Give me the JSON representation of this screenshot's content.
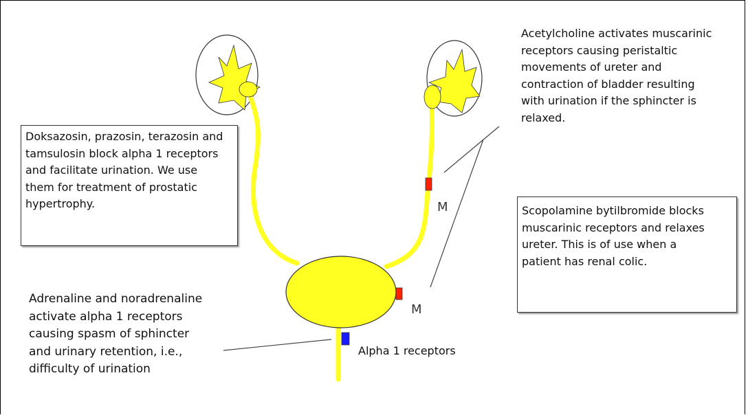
{
  "acetylcholine_note": {
    "lines": [
      "Acetylcholine activates muscarinic",
      "receptors causing peristaltic",
      "movements of ureter and",
      "contraction of bladder resulting",
      "with urination if the sphincter is",
      "relaxed."
    ]
  },
  "alpha_blocker_note": {
    "lines": [
      "Doksazosin, prazosin, terazosin and",
      "tamsulosin block alpha 1 receptors",
      "and facilitate urination. We use",
      "them for treatment of prostatic",
      "hypertrophy."
    ]
  },
  "scopolamine_note": {
    "lines": [
      "Scopolamine bytilbromide blocks",
      "muscarinic receptors and relaxes",
      "ureter. This is of use when a",
      "patient has renal colic."
    ]
  },
  "adrenaline_note": {
    "lines": [
      "Adrenaline and noradrenaline",
      "activate alpha 1 receptors",
      "causing spasm of sphincter",
      "and urinary retention, i.e.,",
      "difficulty of urination"
    ]
  },
  "markers": {
    "ureter_muscarinic_label": "M",
    "bladder_muscarinic_label": "M",
    "sphincter_alpha_label": "Alpha 1 receptors"
  },
  "colors": {
    "organ_fill": "#ffff22",
    "muscarinic_marker": "#ff2200",
    "alpha_marker": "#1a1aff",
    "leader_line": "#444444"
  }
}
